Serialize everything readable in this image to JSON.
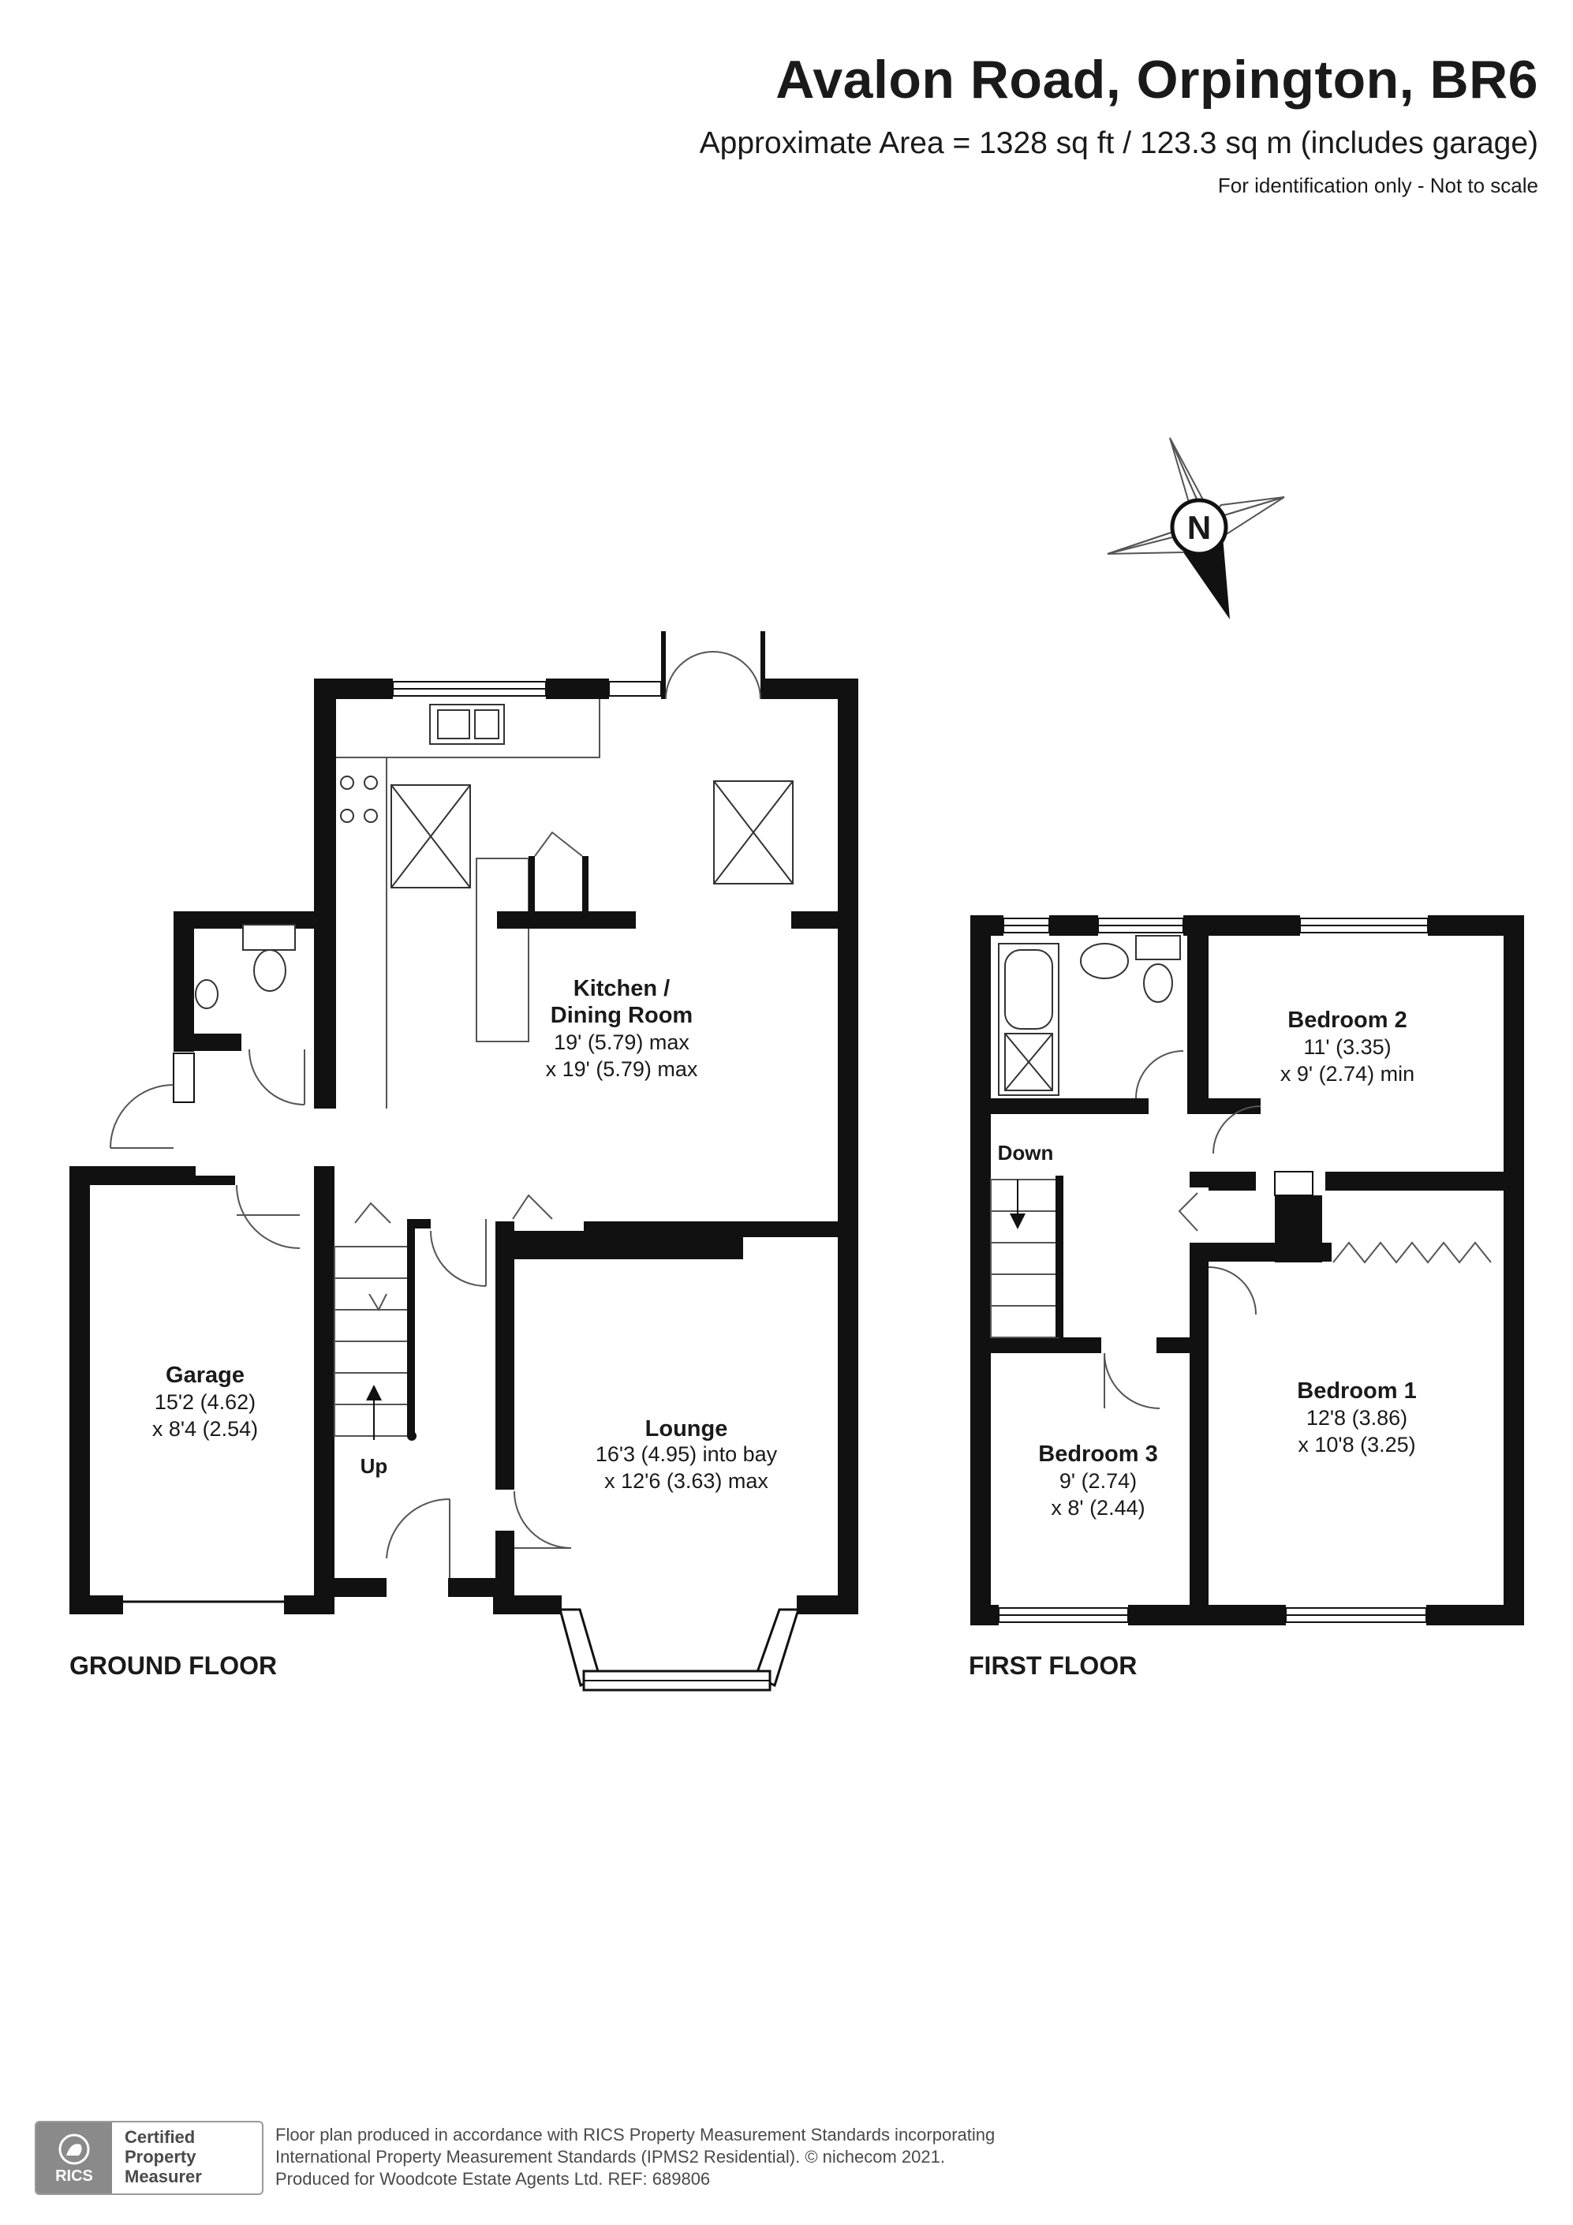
{
  "header": {
    "title": "Avalon Road, Orpington, BR6",
    "area": "Approximate Area = 1328 sq ft / 123.3 sq m (includes garage)",
    "note": "For identification only - Not to scale"
  },
  "compass": {
    "label": "N"
  },
  "ground_floor": {
    "label": "GROUND FLOOR",
    "stairs_label": "Up",
    "rooms": [
      {
        "name": "Kitchen /",
        "name2": "Dining Room",
        "dim1": "19' (5.79) max",
        "dim2": "x 19' (5.79) max"
      },
      {
        "name": "Lounge",
        "dim1": "16'3 (4.95) into bay",
        "dim2": "x 12'6 (3.63) max"
      },
      {
        "name": "Garage",
        "dim1": "15'2 (4.62)",
        "dim2": "x 8'4 (2.54)"
      }
    ]
  },
  "first_floor": {
    "label": "FIRST FLOOR",
    "stairs_label": "Down",
    "rooms": [
      {
        "name": "Bedroom 2",
        "dim1": "11' (3.35)",
        "dim2": "x 9' (2.74) min"
      },
      {
        "name": "Bedroom 1",
        "dim1": "12'8 (3.86)",
        "dim2": "x 10'8 (3.25)"
      },
      {
        "name": "Bedroom 3",
        "dim1": "9' (2.74)",
        "dim2": "x 8' (2.44)"
      }
    ]
  },
  "footer": {
    "badge_logo": "RICS",
    "badge_lines": [
      "Certified",
      "Property",
      "Measurer"
    ],
    "lines": [
      "Floor plan produced in accordance with RICS Property Measurement Standards incorporating",
      "International Property Measurement Standards (IPMS2 Residential).   © nichecom 2021.",
      "Produced for Woodcote Estate Agents Ltd.   REF:  689806"
    ]
  }
}
